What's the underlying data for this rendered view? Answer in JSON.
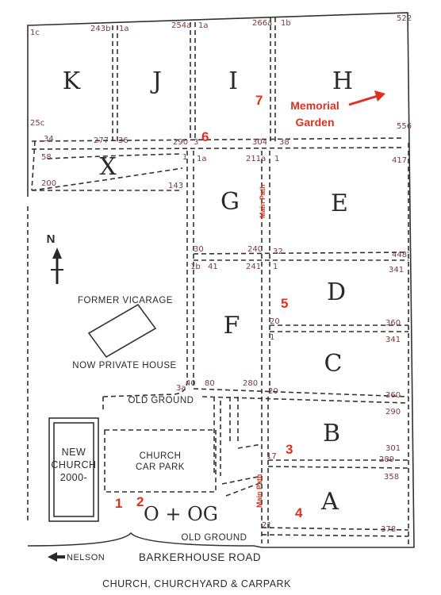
{
  "title": "CHURCH, CHURCHYARD & CARPARK",
  "sections": {
    "K": "K",
    "J": "J",
    "I": "I",
    "H": "H",
    "X": "X",
    "G": "G",
    "E": "E",
    "F": "F",
    "D": "D",
    "C": "C",
    "B": "B",
    "A": "A",
    "OOG": "O + OG"
  },
  "plot_numbers": {
    "n1c": "1c",
    "n243b": "243b",
    "n1a_1": "1a",
    "n254a": "254a",
    "n1a_2": "1a",
    "n266a": "266a",
    "n1b_top": "1b",
    "n522": "522",
    "n25c": "25c",
    "n556": "556",
    "n34": "34",
    "n277": "277",
    "n36": "36",
    "n290": "290",
    "n3": "3",
    "n304": "304",
    "n38": "38",
    "n58": "58",
    "n1_x": "1",
    "n1a_g": "1a",
    "n211a": "211a",
    "n1_e": "1",
    "n417": "417",
    "n200": "200",
    "n143": "143",
    "n30": "30",
    "n240": "240",
    "n32": "32",
    "n448": "448",
    "n1b_f": "1b",
    "n41": "41",
    "n241": "241",
    "n1_d": "1",
    "n341_d": "341",
    "n20_d": "20",
    "n1_c": "1",
    "n360_d": "360",
    "n341_c": "341",
    "n3a": "3a",
    "n40": "40",
    "n80": "80",
    "n280": "280",
    "n20_c": "20",
    "n360_c": "360",
    "n290_b": "290",
    "n301": "301",
    "n17": "17",
    "n289": "289",
    "n358": "358",
    "n21": "21",
    "n378": "378"
  },
  "labels": {
    "memorial": [
      "Memorial",
      "Garden"
    ],
    "main_path": "Main Path",
    "former_vicarage": "FORMER VICARAGE",
    "private_house": "NOW PRIVATE HOUSE",
    "old_ground_top": "OLD   GROUND",
    "old_ground_bottom": "OLD GROUND",
    "church_car_park": [
      "CHURCH",
      "CAR PARK"
    ],
    "new_church": [
      "NEW",
      "CHURCH",
      "2000-"
    ],
    "road": "BARKERHOUSE ROAD",
    "nelson": "NELSON",
    "north": "N"
  },
  "markers": {
    "m1": "1",
    "m2": "2",
    "m3": "3",
    "m4": "4",
    "m5": "5",
    "m6": "6",
    "m7": "7"
  },
  "colors": {
    "marker": "#e0301e",
    "plot_number": "#7a3b3b",
    "ink": "#333333"
  }
}
